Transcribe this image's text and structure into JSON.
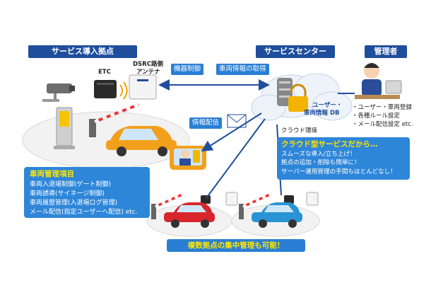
{
  "headers": {
    "site": "サービス導入拠点",
    "center": "サービスセンター",
    "admin": "管理者"
  },
  "device_labels": {
    "etc": "ETC",
    "antenna_line1": "DSRC路側",
    "antenna_line2": "アンテナ"
  },
  "flow_labels": {
    "device_control": "機器制御",
    "vehicle_info": "車両情報の取得",
    "info_delivery": "情報配信"
  },
  "cloud": {
    "db_line1": "ユーザー・",
    "db_line2": "車両情報 DB",
    "env": "クラウド環境"
  },
  "admin_tasks": [
    "・ユーザー・車両登録",
    "・各種ルール設定",
    "・メール配信設定 etc."
  ],
  "vehicle_mgmt": {
    "title": "車両管理項目",
    "items": [
      "車両入退場制御(ゲート制御)",
      "車両誘導(サイネージ制御)",
      "車両履歴管理(入退場ログ管理)",
      "メール配信(指定ユーザーへ配信) etc."
    ]
  },
  "cloud_service": {
    "title": "クラウド型サービスだから…",
    "items": [
      "スムーズな導入/立ち上げ！",
      "拠点の追加・削除も簡単に！",
      "サーバー運用管理の手間もほとんどなし！"
    ]
  },
  "bottom_banner": "複数拠点の集中管理も可能！",
  "colors": {
    "header_bg": "#1f4e9c",
    "box_bg": "#2e86d9",
    "highlight": "#ffe600",
    "car_orange": "#f2a01c",
    "car_red": "#d8262c",
    "car_blue": "#2a93d5"
  }
}
